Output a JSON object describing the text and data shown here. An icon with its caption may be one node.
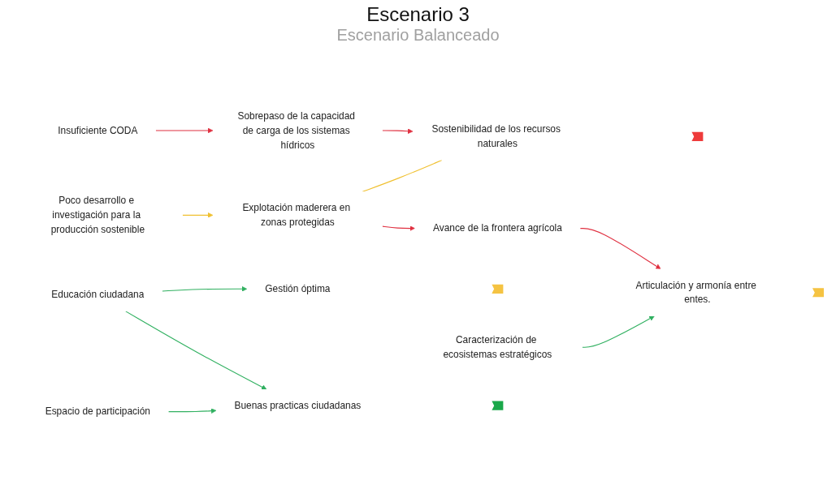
{
  "diagram": {
    "title": "Escenario 3",
    "nodes": [
      {
        "text": [
          "Insuficiente CODA"
        ]
      },
      {
        "text": [
          "Sobrepaso de la capacidad de carga de los sistemas hídricos"
        ]
      },
      {
        "text": [
          "Poco desarrollo e investigación para la producción sostenible"
        ]
      },
      {
        "text": [
          "Explotación maderera en zonas protegidas"
        ]
      },
      {
        "text": [
          "Avance de la frontera agrícola"
        ]
      },
      {
        "text": [
          "Caracterización de ecosistemas estratégicos"
        ]
      },
      {
        "text": [
          "Educación ciudadana"
        ]
      },
      {
        "text": [
          "Espacio de participación"
        ]
      },
      {
        "text": [
          "Gestión óptima"
        ]
      },
      {
        "text": [],
        "shape": "arrow"
      },
      {
        "text": [
          "Sostenibilidad de los recursos naturales"
        ]
      },
      {
        "text": [],
        "shape": "arrow"
      },
      {
        "text": [
          "Articulación y armonía entre entes."
        ]
      },
      {
        "text": [],
        "shape": "arrow"
      },
      {
        "text": [
          "Buenas practicas ciudadanas"
        ]
      },
      {
        "text": [],
        "shape": "arrow"
      }
    ],
    "edges": [
      {
        "from": 0,
        "to": 1,
        "arrow": "to",
        "color": "#e03040"
      },
      {
        "from": 1,
        "to": 10,
        "arrow": "to",
        "color": "#e03040"
      },
      {
        "from": 2,
        "to": 3,
        "arrow": "to",
        "color": "#f0c030"
      },
      {
        "from": 3,
        "to": 10,
        "arrow": "none",
        "color": "#f0c030"
      },
      {
        "from": 3,
        "to": 4,
        "arrow": "to",
        "color": "#e03040"
      },
      {
        "from": 4,
        "to": 12,
        "arrow": "to",
        "color": "#e03040"
      },
      {
        "from": 5,
        "to": 12,
        "arrow": "to",
        "color": "#30b060"
      },
      {
        "from": 6,
        "to": 8,
        "arrow": "to",
        "color": "#30b060"
      },
      {
        "from": 6,
        "to": 14,
        "arrow": "to",
        "color": "#30b060"
      },
      {
        "from": 7,
        "to": 14,
        "arrow": "to",
        "color": "#30b060"
      }
    ],
    "labels": [
      "Escenario Balanceado"
    ]
  }
}
